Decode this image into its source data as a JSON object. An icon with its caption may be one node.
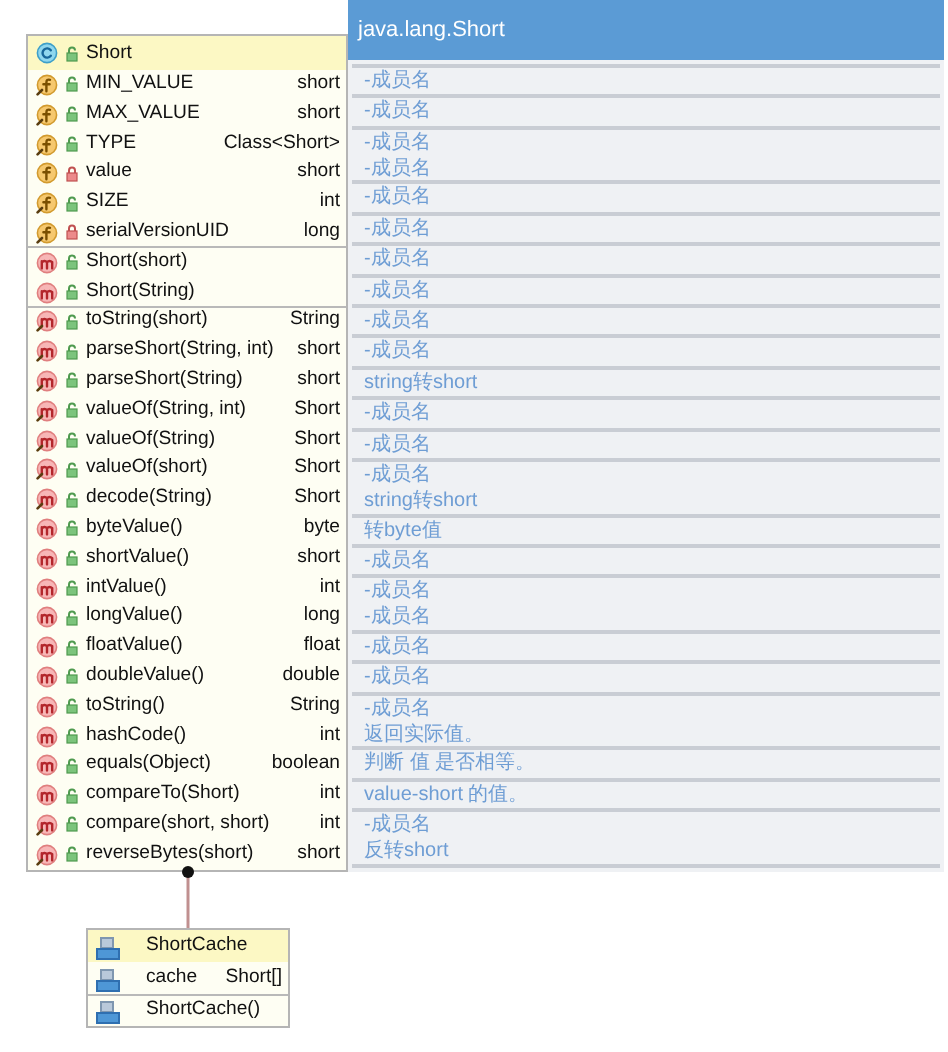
{
  "diagram": {
    "nodes": [
      {
        "text": [
          "Short",
          "MIN_VALUE",
          "short",
          "MAX_VALUE",
          "short",
          "TYPE",
          "Class<Short>",
          "value",
          "short",
          "SIZE",
          "int",
          "serialVersionUID",
          "long",
          "Short(short)",
          "Short(String)",
          "toString(short)",
          "String",
          "parseShort(String, int)",
          "short",
          "parseShort(String)",
          "short",
          "valueOf(String, int)",
          "Short",
          "valueOf(String)",
          "Short",
          "valueOf(short)",
          "Short",
          "decode(String)",
          "Short",
          "byteValue()",
          "byte",
          "shortValue()",
          "short",
          "intValue()",
          "int",
          "longValue()",
          "long",
          "floatValue()",
          "float",
          "doubleValue()",
          "double",
          "toString()",
          "String",
          "hashCode()",
          "int",
          "equals(Object)",
          "boolean",
          "compareTo(Short)",
          "int",
          "compare(short, short)",
          "int",
          "reverseBytes(short)",
          "short"
        ]
      },
      {
        "text": [
          "java.lang.Short",
          "-成员名",
          "-成员名",
          "-成员名",
          "-成员名",
          "-成员名",
          "-成员名",
          "-成员名",
          "-成员名",
          "-成员名",
          "-成员名",
          "string转short",
          "-成员名",
          "-成员名",
          "-成员名",
          "string转short",
          "转byte值",
          "-成员名",
          "-成员名",
          "-成员名",
          "-成员名",
          "-成员名",
          "-成员名",
          "返回实际值。",
          "判断 值 是否相等。",
          "value-short 的值。",
          "-成员名",
          "反转short"
        ]
      },
      {
        "text": [
          "ShortCache",
          "cache",
          "Short[]",
          "ShortCache()"
        ]
      }
    ],
    "edges": [
      {
        "from": 2,
        "to": 0,
        "arrow": "other"
      }
    ]
  }
}
